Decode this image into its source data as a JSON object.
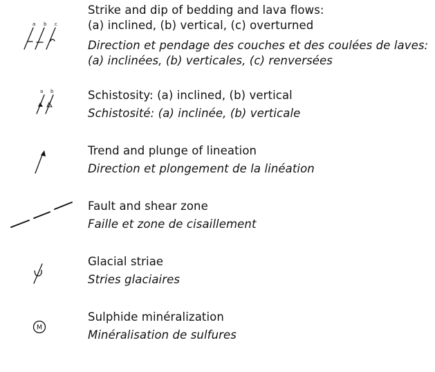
{
  "legend": [
    {
      "id": "bedding",
      "symbol_icon": "strike-dip-bedding-icon",
      "symbol_letters": [
        "a",
        "b",
        "c"
      ],
      "en_lines": [
        "Strike and dip of bedding and lava flows:",
        "(a) inclined, (b) vertical, (c) overturned"
      ],
      "fr_lines": [
        "Direction et pendage des couches et des coulées de laves:",
        "(a) inclinées, (b) verticales, (c) renversées"
      ]
    },
    {
      "id": "schistosity",
      "symbol_icon": "schistosity-icon",
      "symbol_letters": [
        "a",
        "b"
      ],
      "en_lines": [
        "Schistosity: (a) inclined, (b) vertical"
      ],
      "fr_lines": [
        "Schistosité: (a) inclinée, (b) verticale"
      ]
    },
    {
      "id": "lineation",
      "symbol_icon": "lineation-arrow-icon",
      "en_lines": [
        "Trend and plunge of lineation"
      ],
      "fr_lines": [
        "Direction et plongement de la linéation"
      ]
    },
    {
      "id": "fault",
      "symbol_icon": "fault-dashed-line-icon",
      "en_lines": [
        "Fault and shear zone"
      ],
      "fr_lines": [
        "Faille et zone de cisaillement"
      ]
    },
    {
      "id": "glacial",
      "symbol_icon": "glacial-striae-icon",
      "en_lines": [
        "Glacial striae"
      ],
      "fr_lines": [
        "Stries glaciaires"
      ]
    },
    {
      "id": "sulphide",
      "symbol_icon": "mineralization-circle-icon",
      "symbol_letters": [
        "M"
      ],
      "en_lines": [
        "Sulphide minéralization"
      ],
      "fr_lines": [
        "Minéralisation de sulfures"
      ]
    }
  ]
}
